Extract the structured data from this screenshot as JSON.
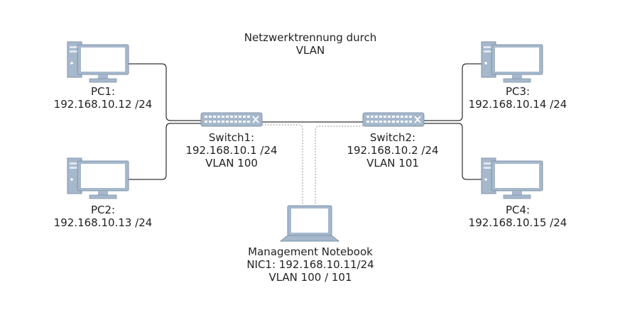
{
  "title": {
    "line1": "Netzwerktrennung durch",
    "line2": "VLAN"
  },
  "nodes": {
    "pc1": {
      "name": "PC1:",
      "ip": "192.168.10.12 /24"
    },
    "pc2": {
      "name": "PC2:",
      "ip": "192.168.10.13 /24"
    },
    "pc3": {
      "name": "PC3:",
      "ip": "192.168.10.14 /24"
    },
    "pc4": {
      "name": "PC4:",
      "ip": "192.168.10.15 /24"
    },
    "switch1": {
      "name": "Switch1:",
      "ip": "192.168.10.1 /24",
      "vlan": "VLAN 100"
    },
    "switch2": {
      "name": "Switch2:",
      "ip": "192.168.10.2 /24",
      "vlan": "VLAN 101"
    },
    "notebook": {
      "name": "Management Notebook",
      "nic": "NIC1: 192.168.10.11/24",
      "vlan": "VLAN 100 / 101"
    }
  },
  "colors": {
    "line": "#000000",
    "device_fill": "#a6b8cc",
    "device_light": "#dfe7f0",
    "screen": "#ffffff"
  }
}
